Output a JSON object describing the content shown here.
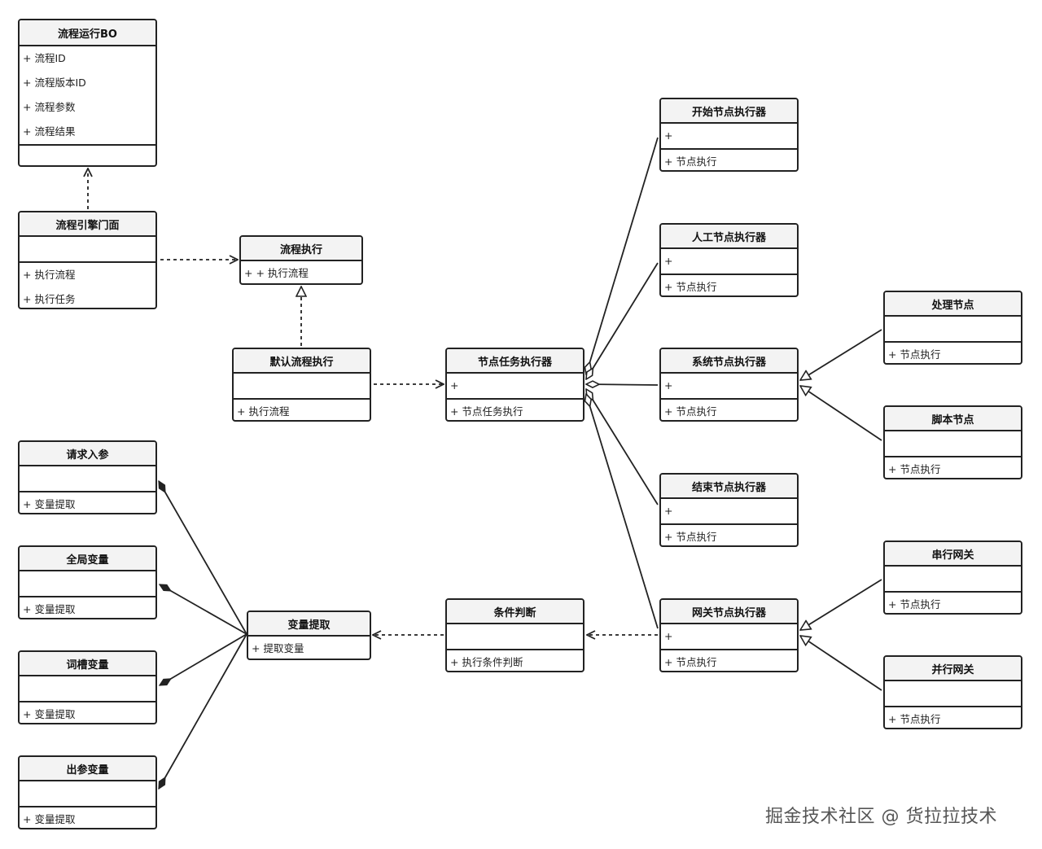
{
  "classes": {
    "liucheng_yunxing_bo": {
      "name": "流程运行BO",
      "attributes": [
        "+ 流程ID",
        "+ 流程版本ID",
        "+ 流程参数",
        "+ 流程结果"
      ],
      "methods": []
    },
    "liucheng_yinqing_menmian": {
      "name": "流程引擎门面",
      "attributes": [],
      "methods": [
        "+ 执行流程",
        "+ 执行任务"
      ]
    },
    "liucheng_zhixing": {
      "name": "流程执行",
      "attributes": [],
      "methods": [
        "+ + 执行流程"
      ]
    },
    "moren_liucheng_zhixing": {
      "name": "默认流程执行",
      "attributes": [],
      "methods": [
        "+ 执行流程"
      ]
    },
    "jiedian_renwu_zhixingqi": {
      "name": "节点任务执行器",
      "attributes": [
        "+"
      ],
      "methods": [
        "+ 节点任务执行"
      ]
    },
    "kaishi_jiedian_zhixingqi": {
      "name": "开始节点执行器",
      "attributes": [
        "+"
      ],
      "methods": [
        "+ 节点执行"
      ]
    },
    "rengong_jiedian_zhixingqi": {
      "name": "人工节点执行器",
      "attributes": [
        "+"
      ],
      "methods": [
        "+ 节点执行"
      ]
    },
    "xitong_jiedian_zhixingqi": {
      "name": "系统节点执行器",
      "attributes": [
        "+"
      ],
      "methods": [
        "+ 节点执行"
      ]
    },
    "jieshu_jiedian_zhixingqi": {
      "name": "结束节点执行器",
      "attributes": [
        "+"
      ],
      "methods": [
        "+ 节点执行"
      ]
    },
    "wangguan_jiedian_zhixingqi": {
      "name": "网关节点执行器",
      "attributes": [
        "+"
      ],
      "methods": [
        "+ 节点执行"
      ]
    },
    "chuli_jiedian": {
      "name": "处理节点",
      "attributes": [],
      "methods": [
        "+ 节点执行"
      ]
    },
    "jiaoben_jiedian": {
      "name": "脚本节点",
      "attributes": [],
      "methods": [
        "+ 节点执行"
      ]
    },
    "chuanxing_wangguan": {
      "name": "串行网关",
      "attributes": [],
      "methods": [
        "+ 节点执行"
      ]
    },
    "bingxing_wangguan": {
      "name": "并行网关",
      "attributes": [],
      "methods": [
        "+ 节点执行"
      ]
    },
    "tiaojian_panduan": {
      "name": "条件判断",
      "attributes": [],
      "methods": [
        "+ 执行条件判断"
      ]
    },
    "bianliang_tiqu": {
      "name": "变量提取",
      "attributes": [],
      "methods": [
        "+ 提取变量"
      ]
    },
    "qingqiu_rucan": {
      "name": "请求入参",
      "attributes": [],
      "methods": [
        "+ 变量提取"
      ]
    },
    "quanju_bianliang": {
      "name": "全局变量",
      "attributes": [],
      "methods": [
        "+ 变量提取"
      ]
    },
    "cicao_bianliang": {
      "name": "词槽变量",
      "attributes": [],
      "methods": [
        "+ 变量提取"
      ]
    },
    "chucan_bianliang": {
      "name": "出参变量",
      "attributes": [],
      "methods": [
        "+ 变量提取"
      ]
    }
  },
  "relations": [
    {
      "from": "liucheng_yinqing_menmian",
      "to": "liucheng_yunxing_bo",
      "type": "dependency"
    },
    {
      "from": "liucheng_yinqing_menmian",
      "to": "liucheng_zhixing",
      "type": "dependency"
    },
    {
      "from": "moren_liucheng_zhixing",
      "to": "liucheng_zhixing",
      "type": "realization"
    },
    {
      "from": "moren_liucheng_zhixing",
      "to": "jiedian_renwu_zhixingqi",
      "type": "dependency"
    },
    {
      "from": "jiedian_renwu_zhixingqi",
      "to": "kaishi_jiedian_zhixingqi",
      "type": "aggregation"
    },
    {
      "from": "jiedian_renwu_zhixingqi",
      "to": "rengong_jiedian_zhixingqi",
      "type": "aggregation"
    },
    {
      "from": "jiedian_renwu_zhixingqi",
      "to": "xitong_jiedian_zhixingqi",
      "type": "aggregation"
    },
    {
      "from": "jiedian_renwu_zhixingqi",
      "to": "jieshu_jiedian_zhixingqi",
      "type": "aggregation"
    },
    {
      "from": "jiedian_renwu_zhixingqi",
      "to": "wangguan_jiedian_zhixingqi",
      "type": "aggregation"
    },
    {
      "from": "chuli_jiedian",
      "to": "xitong_jiedian_zhixingqi",
      "type": "generalization"
    },
    {
      "from": "jiaoben_jiedian",
      "to": "xitong_jiedian_zhixingqi",
      "type": "generalization"
    },
    {
      "from": "chuanxing_wangguan",
      "to": "wangguan_jiedian_zhixingqi",
      "type": "generalization"
    },
    {
      "from": "bingxing_wangguan",
      "to": "wangguan_jiedian_zhixingqi",
      "type": "generalization"
    },
    {
      "from": "wangguan_jiedian_zhixingqi",
      "to": "tiaojian_panduan",
      "type": "dependency"
    },
    {
      "from": "tiaojian_panduan",
      "to": "bianliang_tiqu",
      "type": "dependency"
    },
    {
      "from": "bianliang_tiqu",
      "to": "qingqiu_rucan",
      "type": "composition"
    },
    {
      "from": "bianliang_tiqu",
      "to": "quanju_bianliang",
      "type": "composition"
    },
    {
      "from": "bianliang_tiqu",
      "to": "cicao_bianliang",
      "type": "composition"
    },
    {
      "from": "bianliang_tiqu",
      "to": "chucan_bianliang",
      "type": "composition"
    }
  ],
  "watermark": "掘金技术社区 @ 货拉拉技术",
  "colors": {
    "line": "#222222",
    "header_bg": "#f3f3f3",
    "watermark": "#555555"
  }
}
